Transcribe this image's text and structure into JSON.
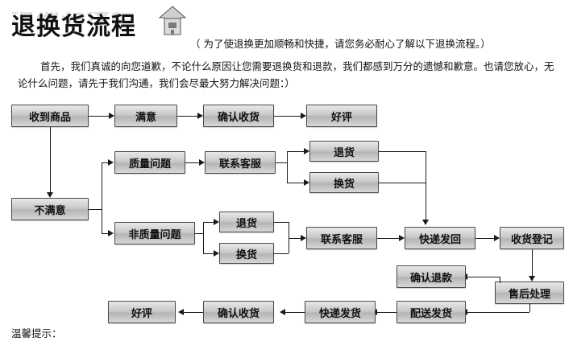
{
  "header": {
    "title": "退换货流程",
    "icon": "house-icon",
    "note": "（ 为了使退换更加顺畅和快捷，请您务必耐心了解以下退换流程。）",
    "paragraph_line1": "首先，我们真诚的向您道歉，不论什么原因让您需要退换货和退款，我们都感到万分的遗憾和歉意。也请您放心，无",
    "paragraph_line2": "论什么问题，请先于我们沟通，我们会尽最大努力解决问题：）"
  },
  "footer": {
    "tip": "温馨提示："
  },
  "flow": {
    "nodes": [
      {
        "id": "n1",
        "label": "收到商品"
      },
      {
        "id": "n2",
        "label": "满意"
      },
      {
        "id": "n3",
        "label": "确认收货"
      },
      {
        "id": "n4",
        "label": "好评"
      },
      {
        "id": "n5",
        "label": "不满意"
      },
      {
        "id": "n6",
        "label": "质量问题"
      },
      {
        "id": "n7",
        "label": "联系客服"
      },
      {
        "id": "n8",
        "label": "退货"
      },
      {
        "id": "n9",
        "label": "换货"
      },
      {
        "id": "n10",
        "label": "非质量问题"
      },
      {
        "id": "n11",
        "label": "退货"
      },
      {
        "id": "n12",
        "label": "换货"
      },
      {
        "id": "n13",
        "label": "联系客服"
      },
      {
        "id": "n14",
        "label": "快递发回"
      },
      {
        "id": "n15",
        "label": "收货登记"
      },
      {
        "id": "n16",
        "label": "确认退款"
      },
      {
        "id": "n17",
        "label": "售后处理"
      },
      {
        "id": "n18",
        "label": "配送发货"
      },
      {
        "id": "n19",
        "label": "快递发货"
      },
      {
        "id": "n20",
        "label": "确认收货"
      },
      {
        "id": "n21",
        "label": "好评"
      }
    ]
  },
  "colors": {
    "box_border": "#4a4a4a",
    "box_fill_top": "#e8e8e8",
    "box_fill_bottom": "#d8d8d8",
    "line": "#1a1a1a",
    "text": "#111111",
    "title_reflection": "#b9b9b9"
  }
}
